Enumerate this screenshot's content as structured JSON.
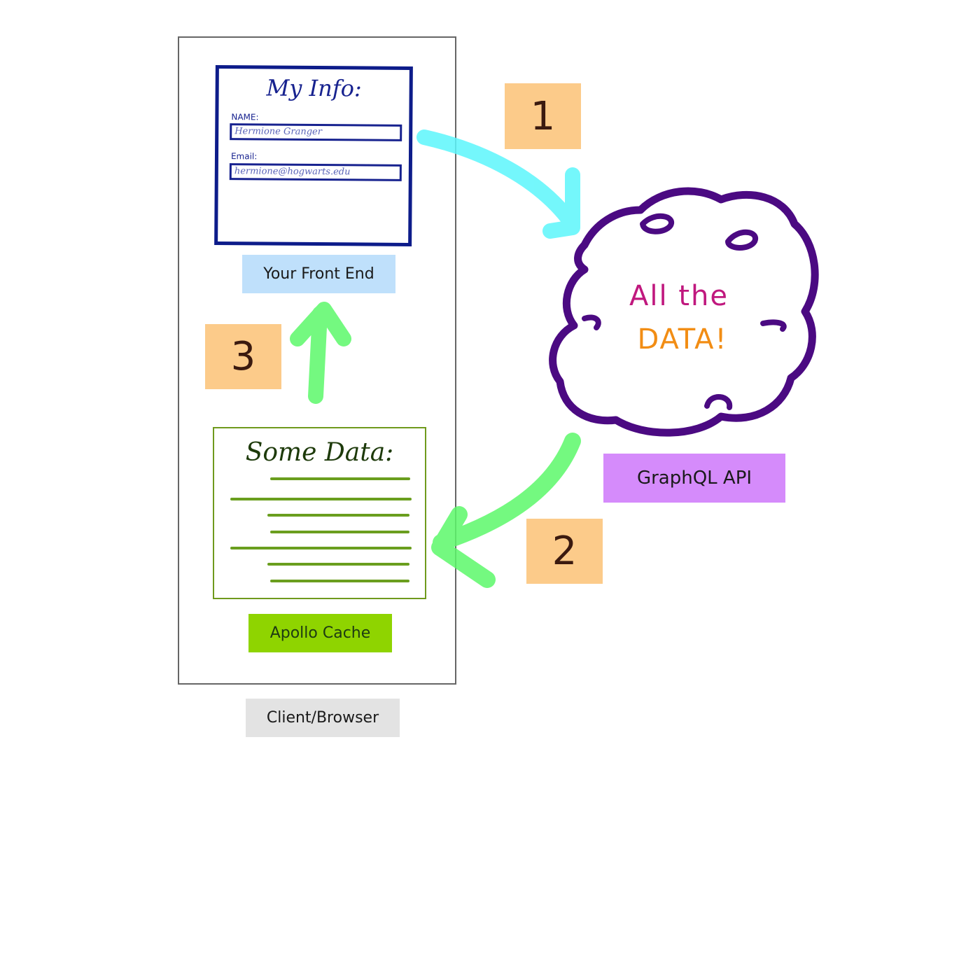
{
  "client": {
    "label": "Client/Browser",
    "label_bg": "#e3e3e3"
  },
  "frontend": {
    "label": "Your Front End",
    "label_bg": "#bfe0fb",
    "form": {
      "title": "My Info:",
      "name_label": "NAME:",
      "name_value": "Hermione Granger",
      "email_label": "Email:",
      "email_value": "hermione@hogwarts.edu"
    }
  },
  "cache": {
    "label": "Apollo Cache",
    "label_bg": "#8fd400",
    "title": "Some Data:"
  },
  "api": {
    "label": "GraphQL API",
    "label_bg": "#d58bfb",
    "cloud_line1": "All the",
    "cloud_line2": "DATA!"
  },
  "steps": [
    {
      "number": "1",
      "bg": "#fccb8a"
    },
    {
      "number": "2",
      "bg": "#fccb8a"
    },
    {
      "number": "3",
      "bg": "#fccb8a"
    }
  ],
  "colors": {
    "arrow_request": "#5cf6fb",
    "arrow_response": "#5cf86a",
    "cloud_outline": "#4b0a82",
    "cache_lines": "#6a9e1e",
    "form_outline": "#0d1c8a"
  }
}
